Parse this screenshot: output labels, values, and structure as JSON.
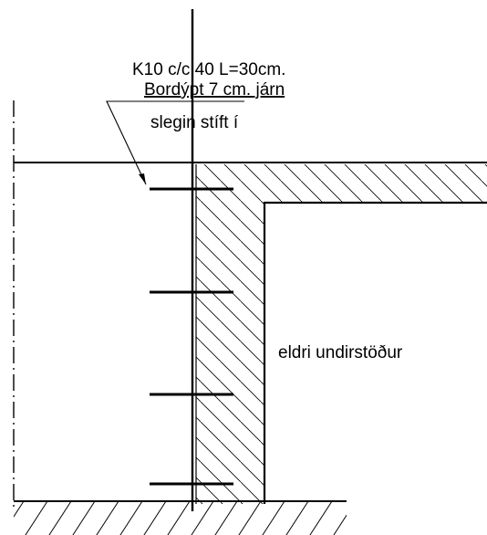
{
  "annotation": {
    "line1": "K10  c/c 40  L=30cm.",
    "line2": "Bordýpt 7 cm. járn",
    "line3": "slegin stíft í"
  },
  "existing_foundation_label": "eldri undirstöður",
  "rebar_count": 4,
  "colors": {
    "line": "#000000",
    "background": "#ffffff"
  }
}
